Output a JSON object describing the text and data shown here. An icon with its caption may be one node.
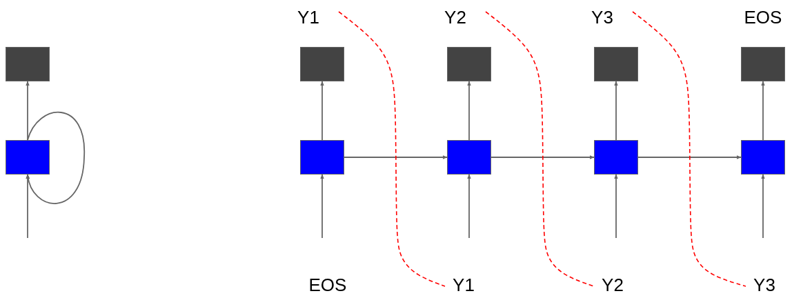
{
  "diagram": {
    "nodes": [
      {
        "text": [],
        "shape": "box"
      },
      {
        "text": [],
        "shape": "box"
      },
      {
        "text": [
          "Y1"
        ]
      },
      {
        "text": [
          "Y2"
        ]
      },
      {
        "text": [
          "Y3"
        ]
      },
      {
        "text": [
          "EOS"
        ]
      },
      {
        "text": [],
        "shape": "box"
      },
      {
        "text": [],
        "shape": "box"
      },
      {
        "text": [],
        "shape": "box"
      },
      {
        "text": [],
        "shape": "box"
      },
      {
        "text": [],
        "shape": "box"
      },
      {
        "text": [],
        "shape": "box"
      },
      {
        "text": [],
        "shape": "box"
      },
      {
        "text": [],
        "shape": "box"
      },
      {
        "text": [
          "EOS"
        ]
      },
      {
        "text": [
          "Y1"
        ]
      },
      {
        "text": [
          "Y2"
        ]
      },
      {
        "text": [
          "Y3"
        ]
      }
    ],
    "edges": [
      {
        "from": null,
        "to": 1,
        "arrow": "to"
      },
      {
        "from": 1,
        "to": 0,
        "arrow": "to"
      },
      {
        "from": 1,
        "to": 1,
        "arrow": "to"
      },
      {
        "from": null,
        "to": 10,
        "arrow": "to"
      },
      {
        "from": null,
        "to": 11,
        "arrow": "to"
      },
      {
        "from": null,
        "to": 12,
        "arrow": "to"
      },
      {
        "from": null,
        "to": 13,
        "arrow": "to"
      },
      {
        "from": 10,
        "to": 6,
        "arrow": "to"
      },
      {
        "from": 11,
        "to": 7,
        "arrow": "to"
      },
      {
        "from": 12,
        "to": 8,
        "arrow": "to"
      },
      {
        "from": 13,
        "to": 9,
        "arrow": "to"
      },
      {
        "from": 10,
        "to": 11,
        "arrow": "to"
      },
      {
        "from": 11,
        "to": 12,
        "arrow": "to"
      },
      {
        "from": 12,
        "to": 13,
        "arrow": "to"
      },
      {
        "from": 2,
        "to": 15,
        "arrow": "none",
        "style": "dashed",
        "color": "#ff0000"
      },
      {
        "from": 3,
        "to": 16,
        "arrow": "none",
        "style": "dashed",
        "color": "#ff0000"
      },
      {
        "from": 4,
        "to": 17,
        "arrow": "none",
        "style": "dashed",
        "color": "#ff0000"
      }
    ]
  }
}
